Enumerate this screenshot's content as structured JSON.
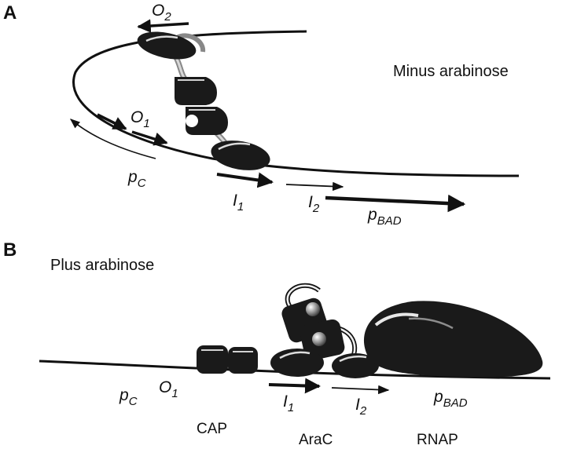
{
  "panel_a": {
    "letter": "A",
    "condition": "Minus arabinose",
    "sites": {
      "o2_main": "O",
      "o2_sub": "2",
      "o1_main": "O",
      "o1_sub": "1",
      "pc_main": "p",
      "pc_sub": "C",
      "i1_main": "I",
      "i1_sub": "1",
      "i2_main": "I",
      "i2_sub": "2",
      "pbad_main": "p",
      "pbad_sub": "BAD"
    }
  },
  "panel_b": {
    "letter": "B",
    "condition": "Plus arabinose",
    "sites": {
      "pc_main": "p",
      "pc_sub": "C",
      "o1_main": "O",
      "o1_sub": "1",
      "i1_main": "I",
      "i1_sub": "1",
      "i2_main": "I",
      "i2_sub": "2",
      "pbad_main": "p",
      "pbad_sub": "BAD"
    },
    "proteins": {
      "cap": "CAP",
      "arac": "AraC",
      "rnap": "RNAP"
    }
  },
  "colors": {
    "ink": "#111111",
    "protein_fill": "#1a1a1a",
    "highlight": "#ffffff",
    "linker": "#bdbdbd",
    "ligand": "#9a9a9a"
  }
}
